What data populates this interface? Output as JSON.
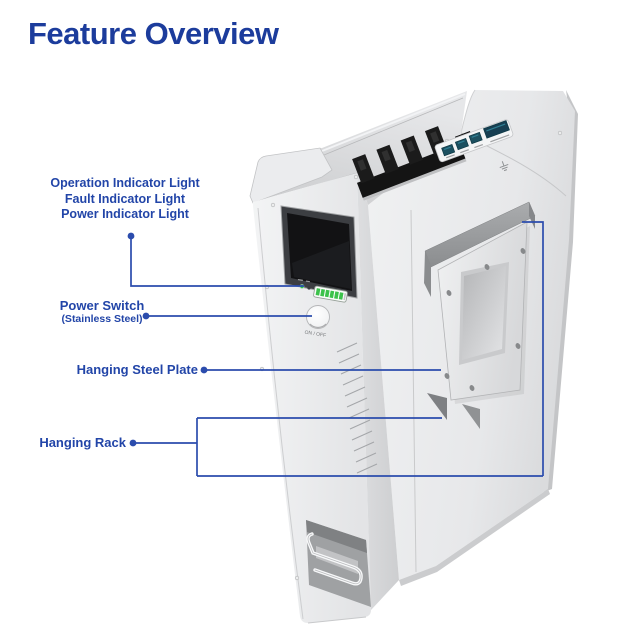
{
  "title": "Feature Overview",
  "callouts": {
    "indicator_lights": {
      "line1": "Operation Indicator Light",
      "line2": "Fault Indicator Light",
      "line3": "Power Indicator Light"
    },
    "power_switch": {
      "label": "Power Switch",
      "sublabel": "(Stainless Steel)"
    },
    "hanging_steel_plate": {
      "label": "Hanging Steel Plate"
    },
    "hanging_rack": {
      "label": "Hanging Rack"
    }
  },
  "device": {
    "power_button_label": "ON / OFF"
  },
  "colors": {
    "title_blue": "#1c3c9c",
    "label_blue": "#2245a8",
    "callout_line": "#2b4cad",
    "indicator_green": "#3cc24b",
    "port_teal": "#1c5060",
    "body_gray": "#e8e9eb"
  }
}
